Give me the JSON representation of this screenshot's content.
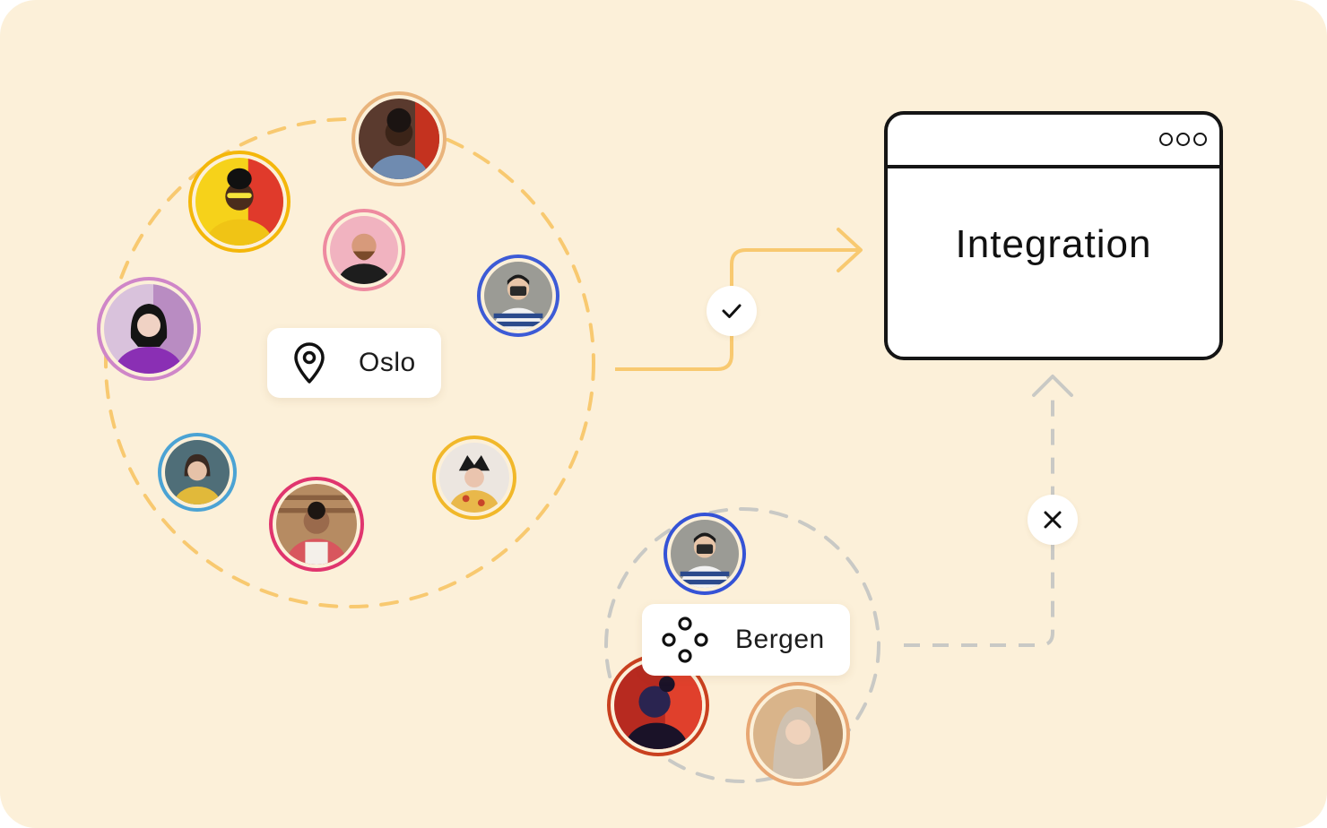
{
  "colors": {
    "background": "#fcf0d9",
    "oslo_connector": "#f8c970",
    "bergen_connector": "#c9c9c5",
    "ink": "#151515"
  },
  "groups": {
    "oslo": {
      "label": "Oslo",
      "icon": "map-pin-icon",
      "avatar_ring_colors": [
        "#e9b47c",
        "#f4b70a",
        "#ee8aa0",
        "#3d5bd6",
        "#cf86c8",
        "#4ba3d4",
        "#e0356e",
        "#f1b82a"
      ]
    },
    "bergen": {
      "label": "Bergen",
      "icon": "network-nodes-icon",
      "avatar_ring_colors": [
        "#3553d6",
        "#c9401f",
        "#e8a773"
      ]
    }
  },
  "integration": {
    "title": "Integration",
    "window_controls_icon": "window-controls-icon"
  },
  "connections": [
    {
      "from": "Oslo",
      "to": "Integration",
      "status_icon": "check-icon",
      "status": "allowed"
    },
    {
      "from": "Bergen",
      "to": "Integration",
      "status_icon": "close-icon",
      "status": "blocked"
    }
  ]
}
